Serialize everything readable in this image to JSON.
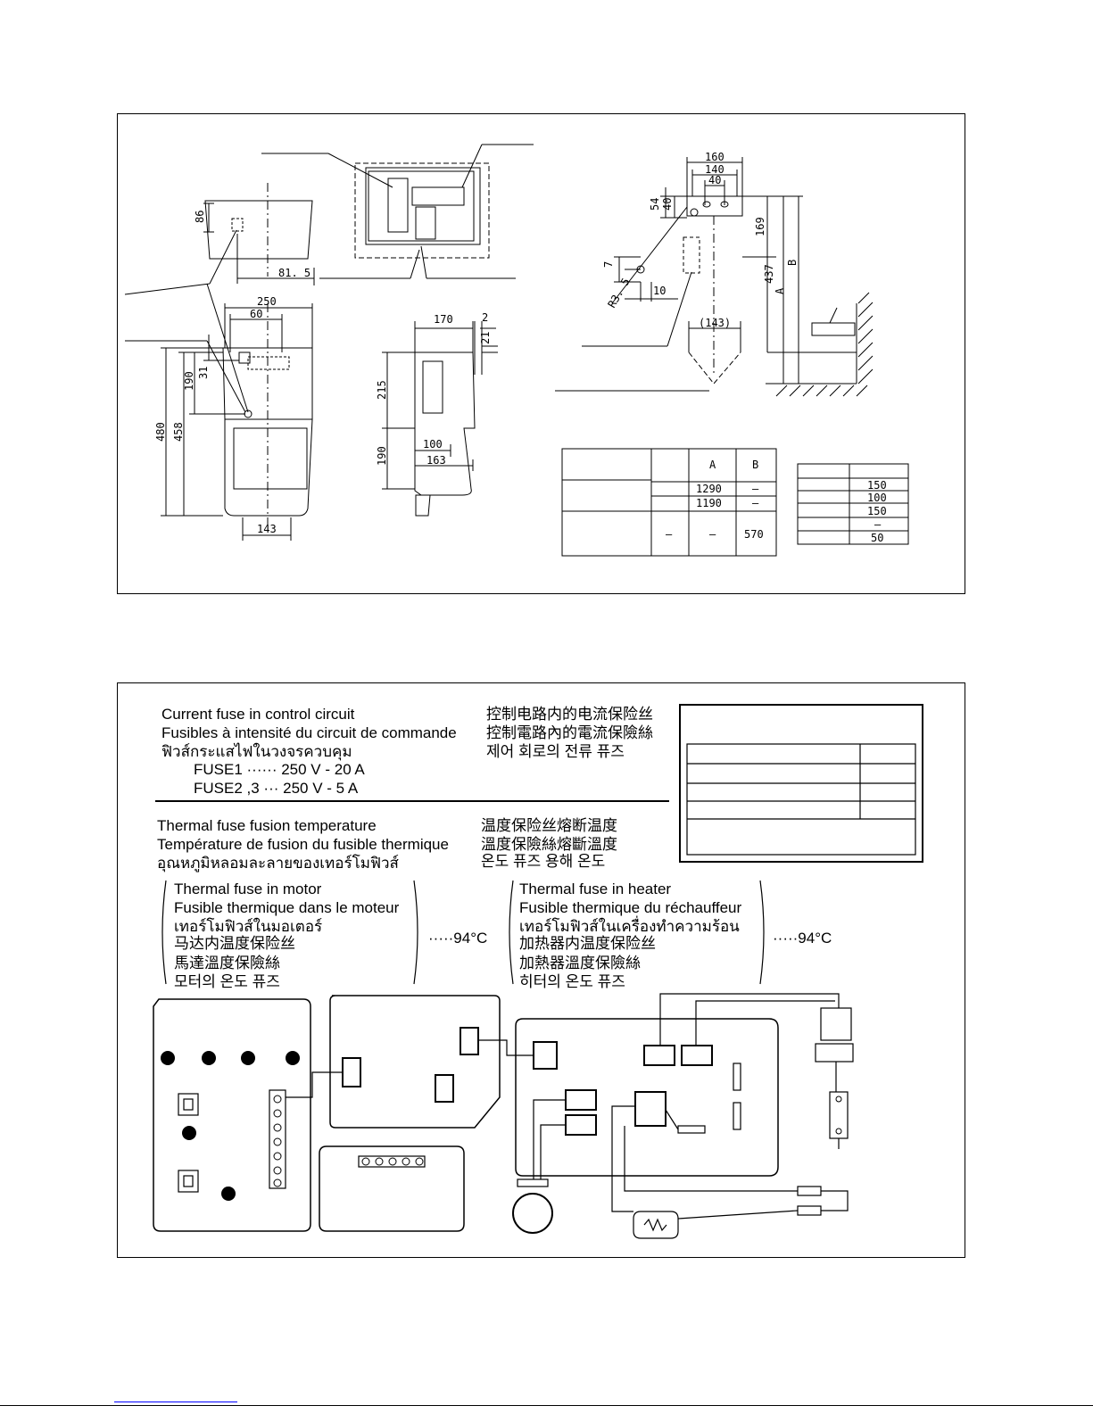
{
  "top": {
    "front_view_dims": [
      "86",
      "81. 5",
      "250",
      "60",
      "31",
      "190",
      "480",
      "458",
      "143"
    ],
    "side_view_dims": [
      "170",
      "2",
      "21",
      "215",
      "190",
      "100",
      "163"
    ],
    "bracket_dims": [
      "160",
      "140",
      "40",
      "54",
      "40",
      "169",
      "437",
      "A",
      "B",
      "7",
      "R3. 5",
      "10",
      "(143)"
    ],
    "table_a": {
      "header": [
        "A",
        "B"
      ],
      "rows": [
        [
          "1290",
          "–"
        ],
        [
          "1190",
          "–"
        ],
        [
          "–",
          "–",
          "570"
        ]
      ]
    },
    "table_b": [
      "150",
      "100",
      "150",
      "–",
      "50"
    ]
  },
  "bottom": {
    "current_fuse": {
      "en": "Current fuse in control circuit",
      "fr": "Fusibles à intensité du circuit de commande",
      "th": "ฟิวส์กระแสไฟในวงจรควบคุม",
      "fuse1": "FUSE1 ······ 250 V - 20 A",
      "fuse23": "FUSE2 ,3 ··· 250 V - 5 A",
      "zh_s": "控制电路内的电流保险丝",
      "zh_t": "控制電路內的電流保險絲",
      "ko": "제어 회로의 전류 퓨즈"
    },
    "thermal_temp": {
      "en": "Thermal fuse fusion temperature",
      "fr": "Température de fusion du fusible thermique",
      "th": "อุณหภูมิหลอมละลายของเทอร์โมฟิวส์",
      "zh_s": "温度保险丝熔断温度",
      "zh_t": "溫度保險絲熔斷溫度",
      "ko": "온도 퓨즈 용해 온도"
    },
    "motor": {
      "en": "Thermal fuse in motor",
      "fr": "Fusible thermique dans le moteur",
      "th": "เทอร์โมฟิวส์ในมอเตอร์",
      "zh_s": "马达内温度保险丝",
      "zh_t": "馬達溫度保險絲",
      "ko": "모터의 온도 퓨즈",
      "temp": "·····94°C"
    },
    "heater": {
      "en": "Thermal fuse in heater",
      "fr": "Fusible thermique du réchauffeur",
      "th": "เทอร์โมฟิวส์ในเครื่องทำความร้อน",
      "zh_s": "加热器内温度保险丝",
      "zh_t": "加熱器溫度保險絲",
      "ko": "히터의 온도 퓨즈",
      "temp": "·····94°C"
    }
  }
}
